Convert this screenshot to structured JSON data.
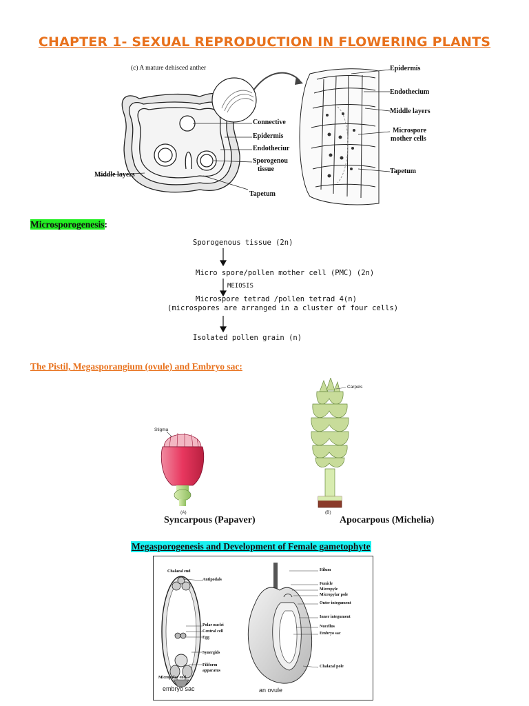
{
  "title": "Chapter 1- Sexual reproduction in flowering plants",
  "anther_figure": {
    "caption": "(c) A mature dehisced anther",
    "left_labels": {
      "connective": "Connective",
      "epidermis": "Epidermis",
      "endothecium": "Endotheciur",
      "sporogenous": "Sporogenou",
      "tissue": "tissue",
      "middle_layers": "Middle layers",
      "tapetum": "Tapetum"
    },
    "right_labels": {
      "epidermis": "Epidermis",
      "endothecium": "Endothecium",
      "middle_layers": "Middle layers",
      "microspore": "Microspore",
      "mother_cells": "mother cells",
      "tapetum": "Tapetum"
    }
  },
  "microsporogenesis": {
    "heading": "Microsporogenesis",
    "colon": ":",
    "steps": [
      "Sporogenous tissue (2n)",
      "Micro spore/pollen mother cell (PMC) (2n)",
      "Microspore tetrad /pollen tetrad 4(n)",
      "(microspores are arranged in a cluster of four cells)",
      "Isolated pollen grain (n)"
    ],
    "meiosis_label": "MEIOSIS"
  },
  "pistil_section": {
    "heading": "The Pistil, Megasporangium (ovule) and Embryo sac:",
    "figure_a": {
      "stigma": "Stigma",
      "tag": "(A)",
      "caption": "Syncarpous (Papaver)"
    },
    "figure_b": {
      "carpels": "Carpels",
      "tag": "(B)",
      "caption": "Apocarpous (Michelia)"
    }
  },
  "megasporogenesis": {
    "heading": "Megasporogenesis and Development of Female gametophyte",
    "embryo_sac_labels": {
      "chalazal_end": "Chalazal end",
      "antipodals": "Antipodals",
      "polar_nuclei": "Polar nuclei",
      "central_cell": "Central cell",
      "egg": "Egg",
      "synergids": "Synergids",
      "filiform": "Filiform",
      "apparatus": "apparatus",
      "micropylar_end": "Micropylar end",
      "caption": "embryo sac"
    },
    "ovule_labels": {
      "hilum": "Hilum",
      "funicle": "Funicle",
      "micropyle": "Micropyle",
      "micropylar_pole": "Micropylar pole",
      "outer_integument": "Outer integument",
      "inner_integument": "Inner integument",
      "nucellus": "Nucellus",
      "embryo_sac": "Embryo sac",
      "chalazal_pole": "Chalazal pole",
      "caption": "an ovule"
    }
  },
  "colors": {
    "title": "#e8711c",
    "green_highlight": "#22ee22",
    "cyan_highlight": "#19f0f0",
    "pistil_pink": "#e8375f",
    "carpel_green": "#c8dc9a"
  }
}
